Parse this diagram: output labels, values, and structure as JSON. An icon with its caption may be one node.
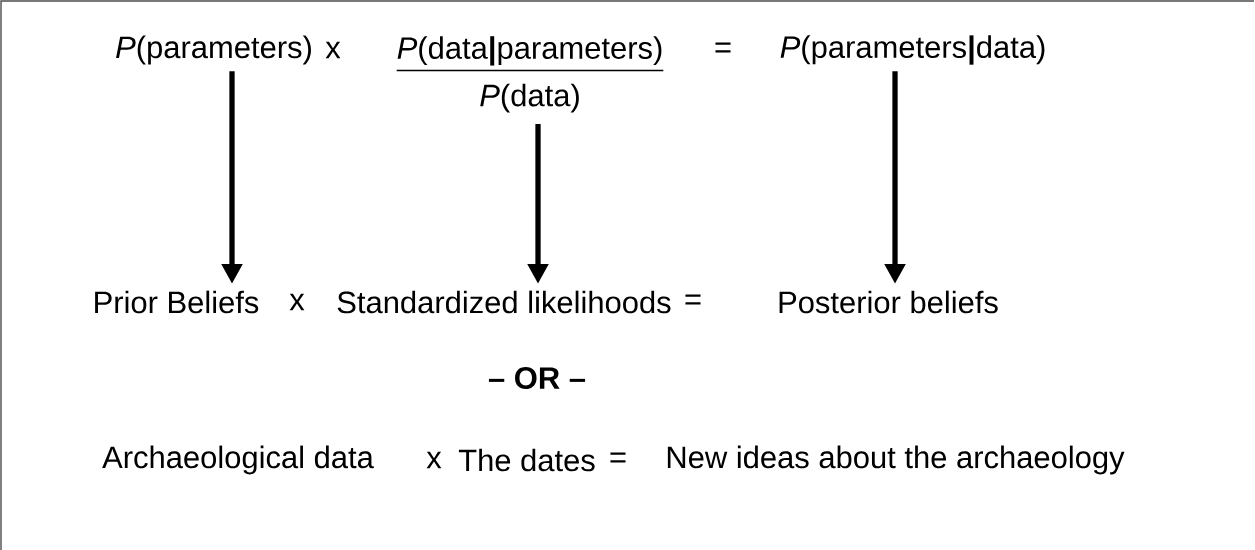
{
  "diagram": {
    "nodes": [
      {
        "text": [
          "*P*(parameters)"
        ]
      },
      {
        "text": [
          "*P*(data**|**parameters)",
          "*P*(data)"
        ]
      },
      {
        "text": [
          "*P*(parameters**|**data)"
        ]
      },
      {
        "text": [
          "Prior Beliefs"
        ]
      },
      {
        "text": [
          "Standardized likelihoods"
        ]
      },
      {
        "text": [
          "Posterior beliefs"
        ]
      }
    ],
    "edges": [
      {
        "from": 0,
        "to": 3,
        "arrow": "to"
      },
      {
        "from": 1,
        "to": 4,
        "arrow": "to"
      },
      {
        "from": 2,
        "to": 5,
        "arrow": "to"
      }
    ],
    "labels": [
      "x",
      "=",
      "x",
      "=",
      "– OR –",
      "Archaeological data",
      "x",
      "The dates",
      "=",
      "New ideas about the archaeology"
    ]
  }
}
